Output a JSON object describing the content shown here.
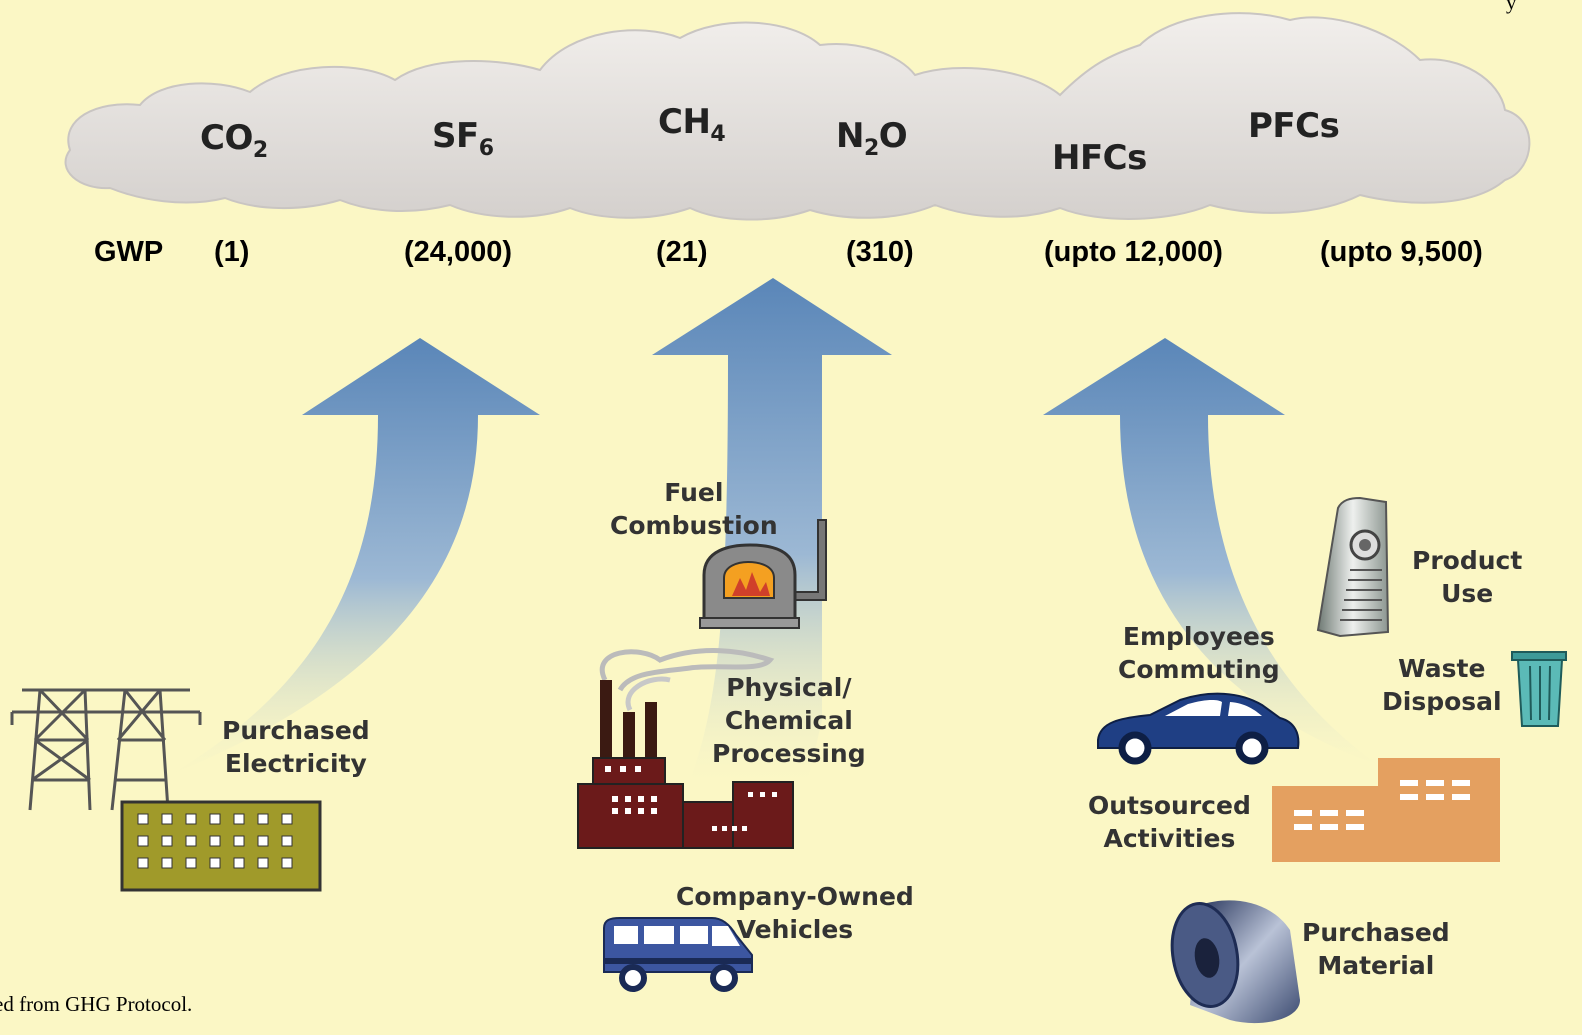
{
  "gases": [
    {
      "symbol": "CO",
      "sub": "2"
    },
    {
      "symbol": "SF",
      "sub": "6"
    },
    {
      "symbol": "CH",
      "sub": "4"
    },
    {
      "symbol": "N",
      "sub": "2",
      "suffix": "O"
    },
    {
      "symbol": "HFCs",
      "sub": ""
    },
    {
      "symbol": "PFCs",
      "sub": ""
    }
  ],
  "gwp": {
    "heading": "GWP",
    "values": [
      "(1)",
      "(24,000)",
      "(21)",
      "(310)",
      "(upto 12,000)",
      "(upto 9,500)"
    ]
  },
  "sources": {
    "purchased_electricity": [
      "Purchased",
      "Electricity"
    ],
    "fuel_combustion": [
      "Fuel",
      "Combustion"
    ],
    "physical_chemical_processing": [
      "Physical/",
      "Chemical",
      "Processing"
    ],
    "company_owned_vehicles": [
      "Company-Owned",
      "Vehicles"
    ],
    "employees_commuting": [
      "Employees",
      "Commuting"
    ],
    "outsourced_activities": [
      "Outsourced",
      "Activities"
    ],
    "product_use": [
      "Product",
      "Use"
    ],
    "waste_disposal": [
      "Waste",
      "Disposal"
    ],
    "purchased_material": [
      "Purchased",
      "Material"
    ]
  },
  "footnote": "ed from GHG Protocol.",
  "corner_mark": "y",
  "colors": {
    "background": "#fbf7c5",
    "cloud": "#dedad8",
    "arrow_top": "#5a86b8",
    "arrow_bottom": "#fbf7c5",
    "factory": "#6b1a1a",
    "building_green": "#a09a2a",
    "building_orange": "#e4a060",
    "car": "#1f3f84"
  },
  "icons": [
    "cloud-icon",
    "arrow-icon",
    "power-tower-icon",
    "office-building-icon",
    "furnace-icon",
    "factory-icon",
    "van-icon",
    "car-icon",
    "heater-icon",
    "trash-can-icon",
    "steel-coil-icon",
    "warehouse-icon"
  ]
}
